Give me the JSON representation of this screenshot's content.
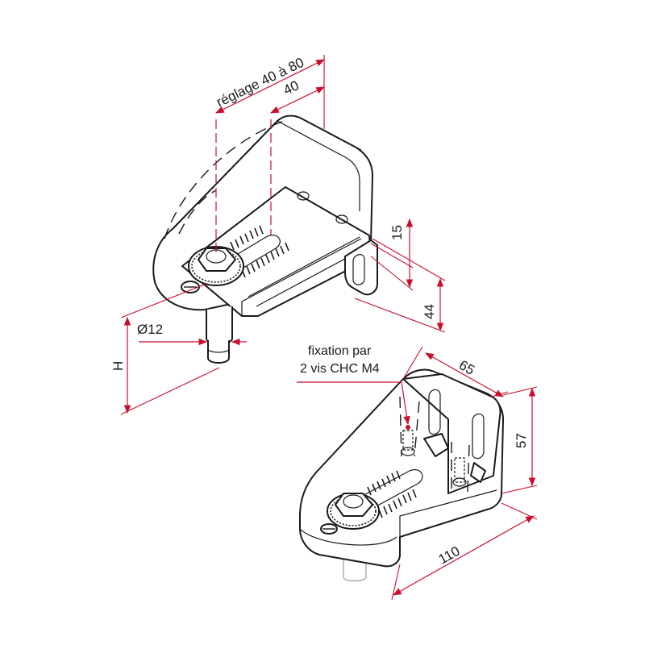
{
  "dimensions": {
    "reglage": "réglage 40 à 80",
    "stroke40": "40",
    "d15": "15",
    "d44": "44",
    "diameter": "Ø12",
    "height": "H",
    "d65": "65",
    "d57": "57",
    "d110": "110"
  },
  "note": {
    "line1": "fixation par",
    "line2": "2 vis CHC M4"
  },
  "colors": {
    "dimension": "#c8102e",
    "outline": "#1a1a1a"
  }
}
